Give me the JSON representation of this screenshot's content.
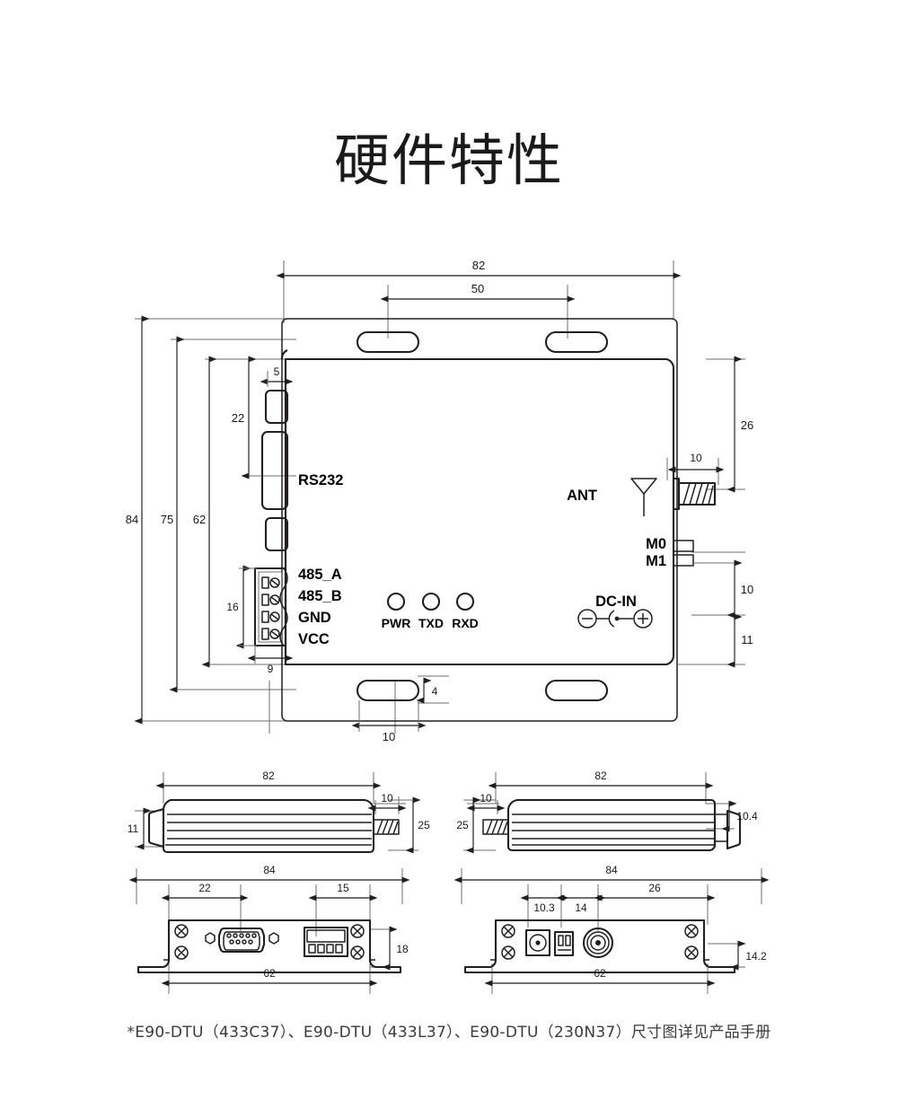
{
  "page": {
    "title": "硬件特性",
    "footnote": "*E90-DTU（433C37）、E90-DTU（433L37）、E90-DTU（230N37）尺寸图详见产品手册",
    "background": "#ffffff",
    "line_color": "#231f20",
    "dim_color": "#6d6d6d"
  },
  "drawing": {
    "type": "mechanical-dimension-drawing",
    "units": "mm",
    "top_view": {
      "name": "top-view",
      "labels": {
        "rs232": "RS232",
        "terminal": [
          "485_A",
          "485_B",
          "GND",
          "VCC"
        ],
        "leds": [
          "PWR",
          "TXD",
          "RXD"
        ],
        "antenna": "ANT",
        "mode_pins": [
          "M0",
          "M1"
        ],
        "power": "DC-IN"
      },
      "dimensions": {
        "overall_width": "82",
        "slot_spacing": "50",
        "overall_height": "84",
        "flange_height": "75",
        "body_height": "62",
        "rs232_offset": "22",
        "rs232_tab": "5",
        "terminal_height": "16",
        "terminal_width": "9",
        "slot_height": "4",
        "slot_width": "10",
        "ant_to_top": "26",
        "ant_length": "10",
        "m1_to_dc": "10",
        "dc_to_bottom": "11"
      }
    },
    "side_view_left": {
      "name": "side-view-left",
      "dimensions": {
        "length": "82",
        "connector_height": "11",
        "screw_length": "10",
        "height": "25"
      }
    },
    "side_view_right": {
      "name": "side-view-right",
      "dimensions": {
        "length": "82",
        "height": "25",
        "screw_length": "10",
        "edge_height": "10.4"
      }
    },
    "front_view": {
      "name": "front-view",
      "dimensions": {
        "overall_width": "84",
        "db9_offset": "22",
        "terminal_offset": "15",
        "panel_height": "18",
        "body_width": "62"
      }
    },
    "rear_view": {
      "name": "rear-view",
      "dimensions": {
        "overall_width": "84",
        "dc_offset": "10.3",
        "dip_offset": "14",
        "sma_offset": "26",
        "panel_height": "14.2",
        "body_width": "62"
      }
    }
  }
}
